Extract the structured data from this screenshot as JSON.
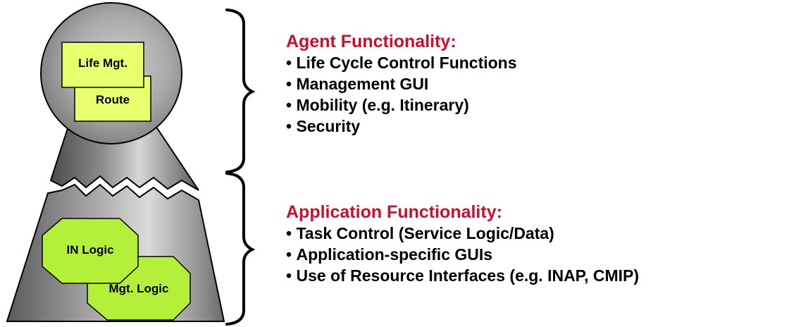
{
  "colors": {
    "box_fill": "#e8ff6e",
    "octagon_fill": "#b4f03a",
    "title_red": "#c8102e",
    "outline": "#000000"
  },
  "head": {
    "box1": "Life Mgt.",
    "box2": "Route"
  },
  "base": {
    "oct1": "IN Logic",
    "oct2": "Mgt. Logic"
  },
  "agent": {
    "title": "Agent Functionality:",
    "items": [
      "Life Cycle Control Functions",
      "Management GUI",
      "Mobility (e.g. Itinerary)",
      "Security"
    ]
  },
  "application": {
    "title": "Application Functionality:",
    "items": [
      "Task Control (Service Logic/Data)",
      "Application-specific GUIs",
      "Use of Resource Interfaces (e.g. INAP, CMIP)"
    ]
  }
}
